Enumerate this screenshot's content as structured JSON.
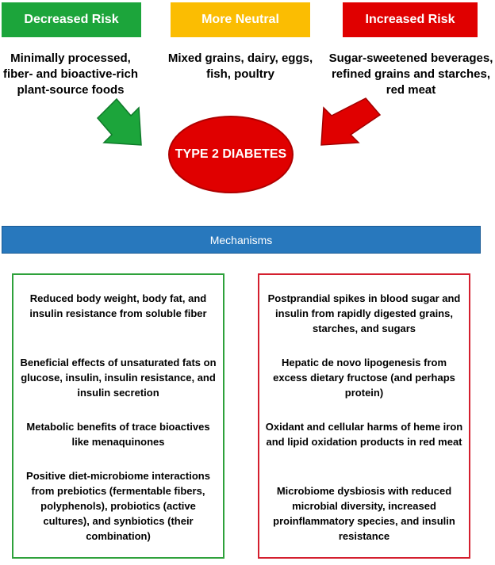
{
  "headers": {
    "decreased": "Decreased Risk",
    "neutral": "More Neutral",
    "increased": "Increased Risk"
  },
  "foods": {
    "decreased": "Minimally processed, fiber- and bioactive-rich plant-source foods",
    "neutral": "Mixed grains, dairy, eggs, fish, poultry",
    "increased": "Sugar-sweetened beverages, refined grains and starches, red meat"
  },
  "center": "TYPE 2 DIABETES",
  "mechanisms_label": "Mechanisms",
  "mechanisms_decreased": [
    "Reduced body weight, body fat, and insulin resistance from soluble fiber",
    "Beneficial effects of unsaturated fats on glucose, insulin, insulin resistance, and insulin secretion",
    "Metabolic benefits of trace bioactives like menaquinones",
    "Positive diet-microbiome interactions from prebiotics (fermentable fibers, polyphenols), probiotics (active cultures), and synbiotics (their combination)"
  ],
  "mechanisms_increased": [
    "Postprandial spikes in blood sugar and insulin from rapidly digested grains, starches, and sugars",
    "Hepatic de novo lipogenesis from excess dietary fructose (and perhaps protein)",
    "Oxidant and cellular harms of heme iron and lipid oxidation products in red meat",
    "Microbiome dysbiosis with reduced microbial diversity, increased proinflammatory species, and insulin resistance"
  ],
  "colors": {
    "green": "#1ca53b",
    "yellow": "#fbbd02",
    "red": "#e00000",
    "blue": "#2878bd"
  }
}
